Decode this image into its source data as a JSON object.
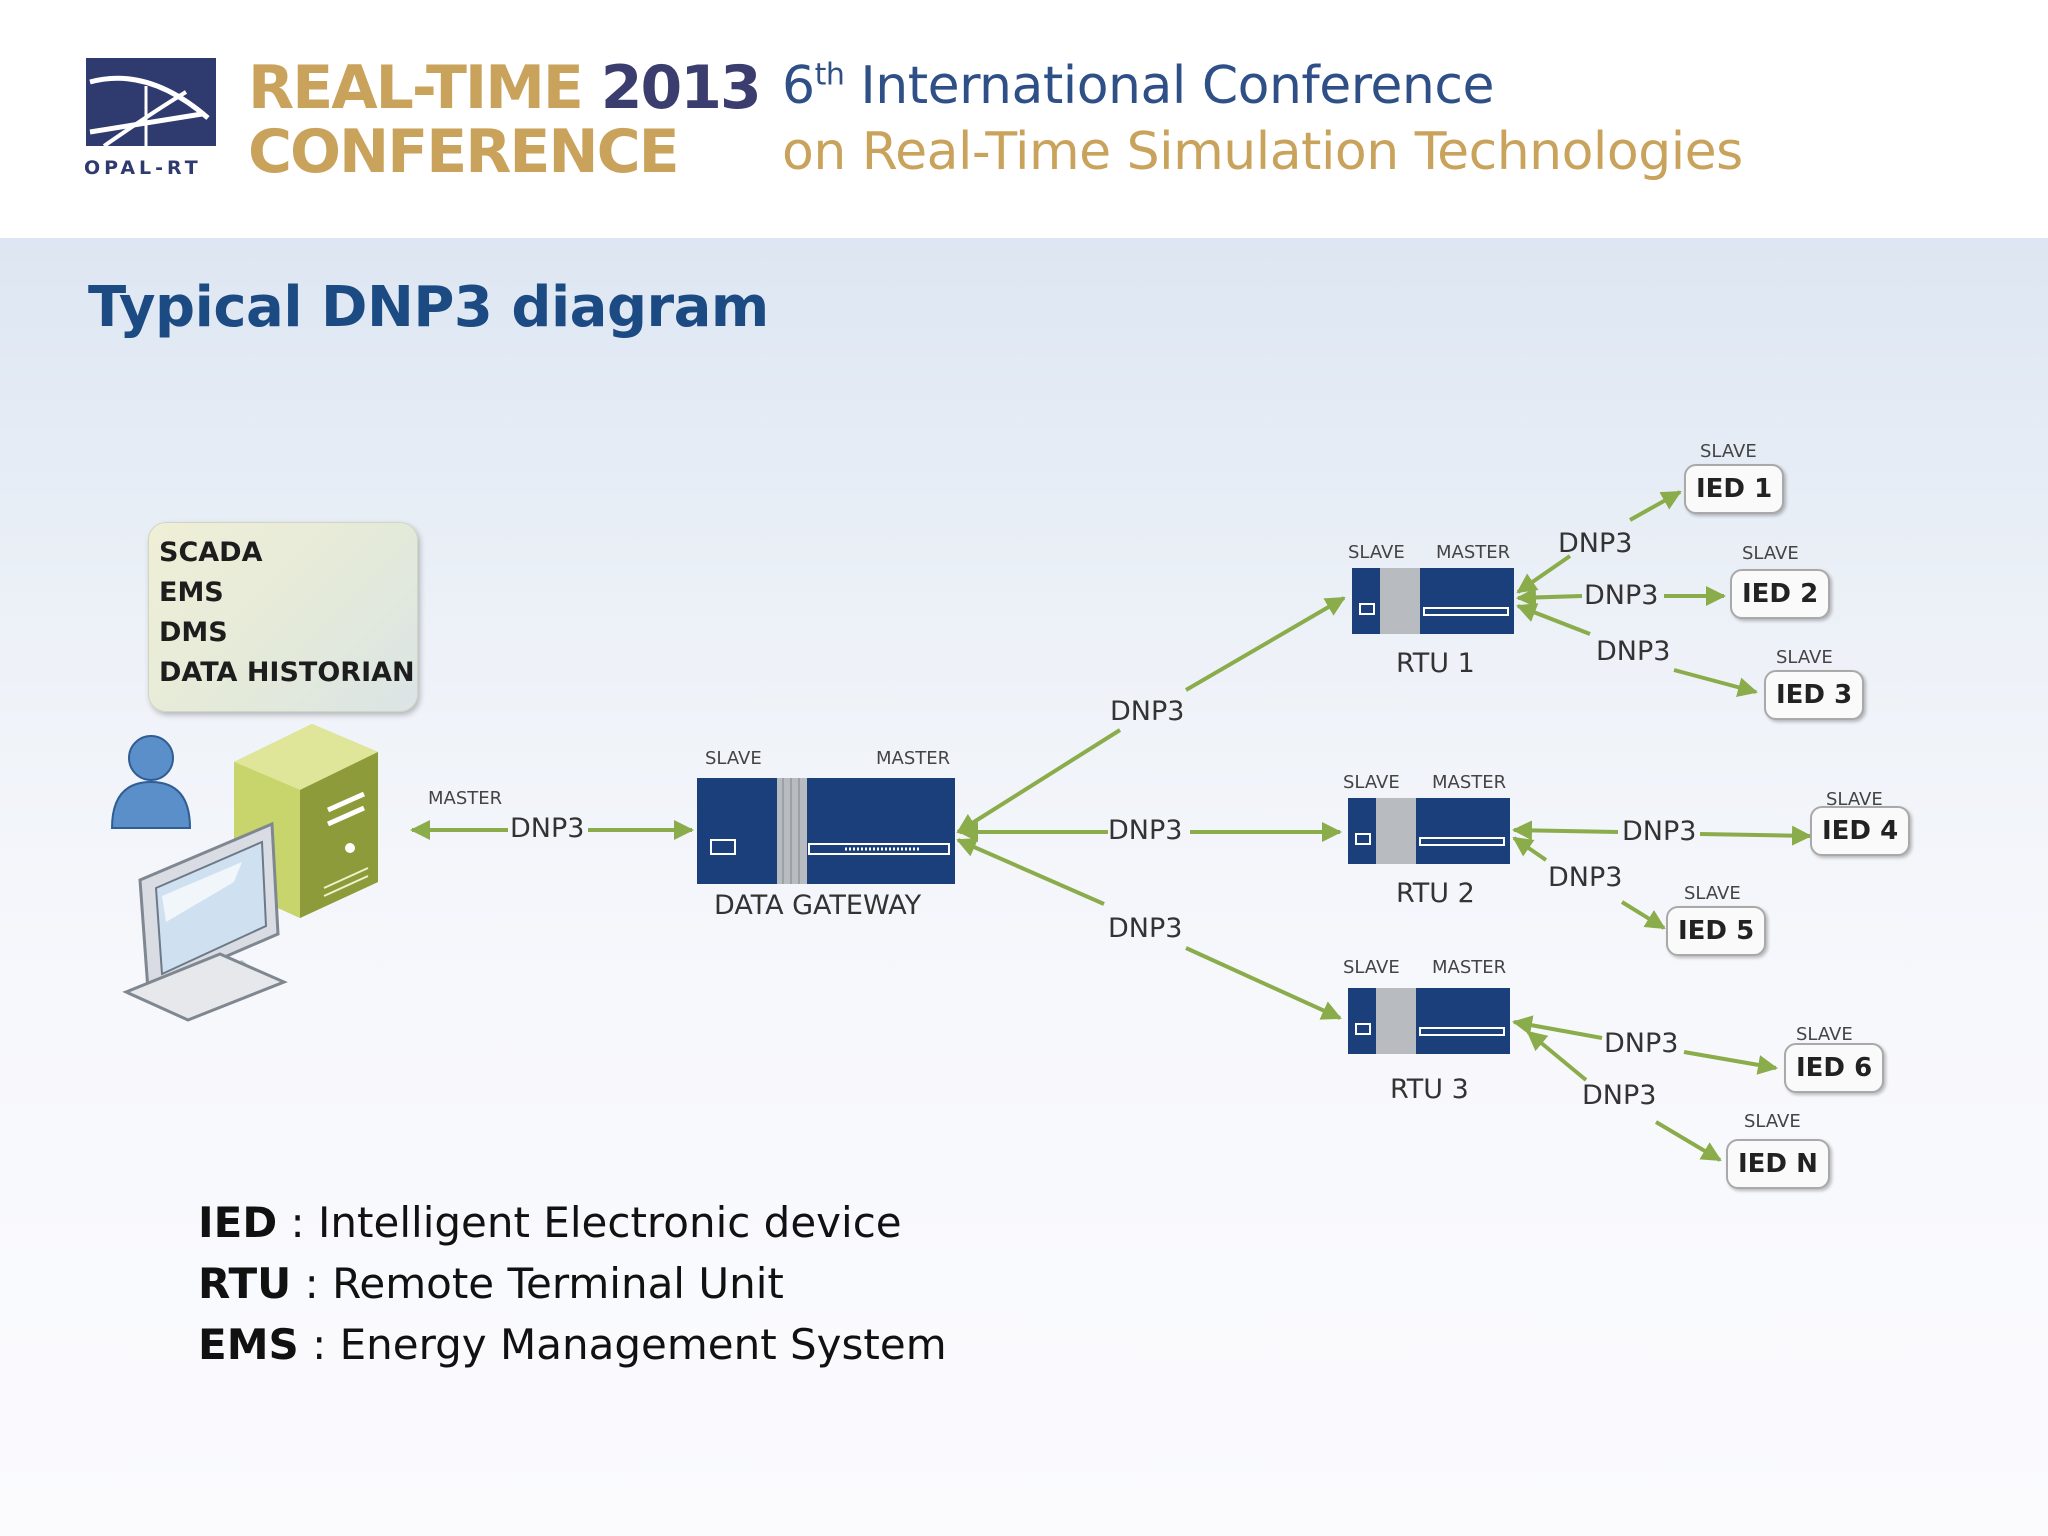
{
  "header": {
    "logo_text": "OPAL-RT",
    "conference_line1": "REAL-TIME",
    "conference_year": "2013",
    "conference_line2": "CONFERENCE",
    "subtitle_ordinal": "6",
    "subtitle_sup": "th",
    "subtitle_line1_rest": " International Conference",
    "subtitle_line2": "on Real-Time Simulation Technologies",
    "colors": {
      "gold": "#c9a25b",
      "navy": "#3b3d6e",
      "subtitle_blue": "#2f4f87",
      "subtitle_gold": "#c9a25b"
    }
  },
  "slide": {
    "title": "Typical DNP3 diagram",
    "title_color": "#1c4a82"
  },
  "diagram": {
    "scada_box": [
      "SCADA",
      "EMS",
      "DMS",
      "DATA HISTORIAN"
    ],
    "workstation": {
      "role": "MASTER",
      "link": "DNP3"
    },
    "gateway": {
      "name": "DATA GATEWAY",
      "slave": "SLAVE",
      "master": "MASTER"
    },
    "gateway_links": [
      "DNP3",
      "DNP3",
      "DNP3"
    ],
    "rtus": [
      {
        "name": "RTU 1",
        "slave": "SLAVE",
        "master": "MASTER",
        "links": [
          "DNP3",
          "DNP3",
          "DNP3"
        ]
      },
      {
        "name": "RTU 2",
        "slave": "SLAVE",
        "master": "MASTER",
        "links": [
          "DNP3",
          "DNP3"
        ]
      },
      {
        "name": "RTU 3",
        "slave": "SLAVE",
        "master": "MASTER",
        "links": [
          "DNP3",
          "DNP3"
        ]
      }
    ],
    "ieds": [
      {
        "name": "IED 1",
        "role": "SLAVE"
      },
      {
        "name": "IED 2",
        "role": "SLAVE"
      },
      {
        "name": "IED 3",
        "role": "SLAVE"
      },
      {
        "name": "IED 4",
        "role": "SLAVE"
      },
      {
        "name": "IED 5",
        "role": "SLAVE"
      },
      {
        "name": "IED 6",
        "role": "SLAVE"
      },
      {
        "name": "IED N",
        "role": "SLAVE"
      }
    ],
    "arrow_color": "#8aac4a",
    "device_color": "#1b3f7a"
  },
  "legend": [
    {
      "abbr": "IED",
      "sep": " : ",
      "meaning": "Intelligent Electronic device"
    },
    {
      "abbr": "RTU",
      "sep": " : ",
      "meaning": "Remote Terminal Unit"
    },
    {
      "abbr": "EMS",
      "sep": " : ",
      "meaning": "Energy Management System"
    }
  ]
}
